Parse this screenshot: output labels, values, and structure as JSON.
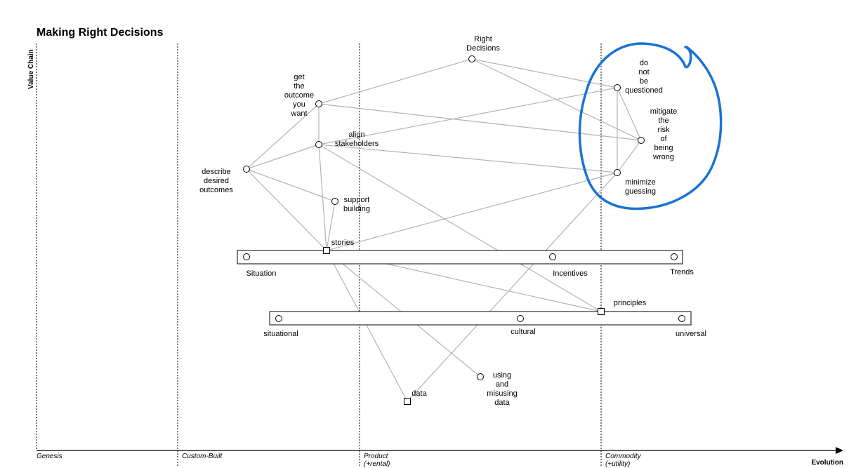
{
  "title": "Making Right Decisions",
  "axes": {
    "y_label": "Value Chain",
    "x_label": "Evolution",
    "stages": [
      {
        "id": "genesis",
        "lines": [
          "Genesis"
        ]
      },
      {
        "id": "custom-built",
        "lines": [
          "Custom-Built"
        ]
      },
      {
        "id": "product",
        "lines": [
          "Product",
          "(+rental)"
        ]
      },
      {
        "id": "commodity",
        "lines": [
          "Commodity",
          "(+utility)"
        ]
      }
    ]
  },
  "components": [
    {
      "id": "right-decisions",
      "lines": [
        "Right",
        "Decisions"
      ],
      "shape": "circle"
    },
    {
      "id": "get-outcome",
      "lines": [
        "get",
        "the",
        "outcome",
        "you",
        "want"
      ],
      "shape": "circle"
    },
    {
      "id": "align-stakeholders",
      "lines": [
        "align",
        "stakeholders"
      ],
      "shape": "circle"
    },
    {
      "id": "describe-outcomes",
      "lines": [
        "describe",
        "desired",
        "outcomes"
      ],
      "shape": "circle"
    },
    {
      "id": "support-building",
      "lines": [
        "support",
        "building"
      ],
      "shape": "circle"
    },
    {
      "id": "stories",
      "lines": [
        "stories"
      ],
      "shape": "square"
    },
    {
      "id": "not-questioned",
      "lines": [
        "do",
        "not",
        "be",
        "questioned"
      ],
      "shape": "circle"
    },
    {
      "id": "mitigate-risk",
      "lines": [
        "mitigate",
        "the",
        "risk",
        "of",
        "being",
        "wrong"
      ],
      "shape": "circle"
    },
    {
      "id": "minimize-guessing",
      "lines": [
        "minimize",
        "guessing"
      ],
      "shape": "circle"
    },
    {
      "id": "principles",
      "lines": [
        "principles"
      ],
      "shape": "square"
    },
    {
      "id": "data",
      "lines": [
        "data"
      ],
      "shape": "square"
    },
    {
      "id": "misusing-data",
      "lines": [
        "using",
        "and",
        "misusing",
        "data"
      ],
      "shape": "circle"
    }
  ],
  "pipelines": [
    {
      "id": "stories-pipeline",
      "items": [
        "Situation",
        "Incentives",
        "Trends"
      ]
    },
    {
      "id": "principles-pipeline",
      "items": [
        "situational",
        "cultural",
        "universal"
      ]
    }
  ],
  "links": [
    [
      "right-decisions",
      "get-outcome"
    ],
    [
      "right-decisions",
      "not-questioned"
    ],
    [
      "right-decisions",
      "mitigate-risk"
    ],
    [
      "get-outcome",
      "describe-outcomes"
    ],
    [
      "get-outcome",
      "align-stakeholders"
    ],
    [
      "get-outcome",
      "mitigate-risk"
    ],
    [
      "align-stakeholders",
      "describe-outcomes"
    ],
    [
      "align-stakeholders",
      "not-questioned"
    ],
    [
      "align-stakeholders",
      "minimize-guessing"
    ],
    [
      "align-stakeholders",
      "stories"
    ],
    [
      "align-stakeholders",
      "principles"
    ],
    [
      "describe-outcomes",
      "support-building"
    ],
    [
      "describe-outcomes",
      "stories"
    ],
    [
      "support-building",
      "stories"
    ],
    [
      "stories",
      "minimize-guessing"
    ],
    [
      "stories",
      "principles"
    ],
    [
      "stories",
      "data"
    ],
    [
      "stories",
      "misusing-data"
    ],
    [
      "not-questioned",
      "mitigate-risk"
    ],
    [
      "not-questioned",
      "minimize-guessing"
    ],
    [
      "mitigate-risk",
      "minimize-guessing"
    ],
    [
      "minimize-guessing",
      "data"
    ]
  ],
  "annotation": {
    "color": "#1a73d4",
    "icon": "freehand-circle-annotation"
  }
}
